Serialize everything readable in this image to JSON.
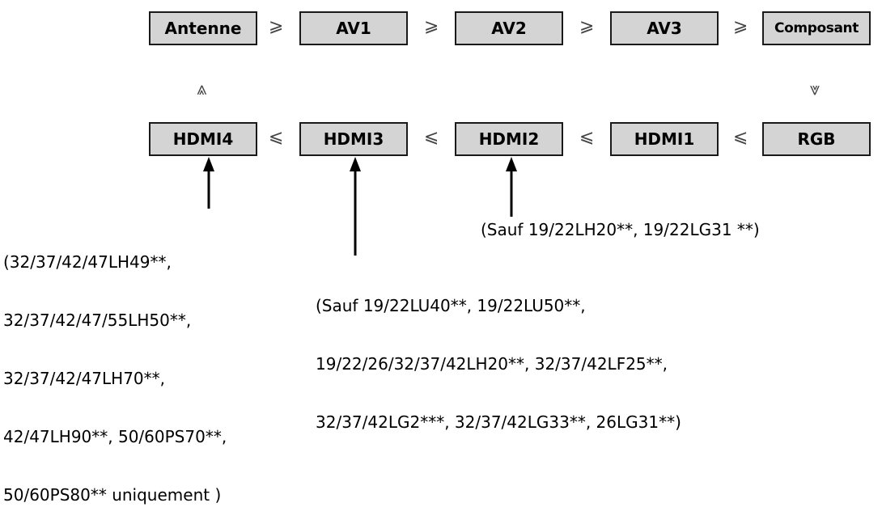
{
  "top_row": [
    "Antenne",
    "AV1",
    "AV2",
    "AV3",
    "Composant"
  ],
  "bottom_row": [
    "HDMI4",
    "HDMI3",
    "HDMI2",
    "HDMI1",
    "RGB"
  ],
  "symbols": {
    "right": "⩾",
    "left": "⩽",
    "up": "⩓",
    "down": "⩔"
  },
  "notes": {
    "hdmi4": [
      "(32/37/42/47LH49**,",
      "32/37/42/47/55LH50**,",
      "32/37/42/47LH70**,",
      "42/47LH90**, 50/60PS70**,",
      "50/60PS80** uniquement )"
    ],
    "hdmi3": [
      "(Sauf 19/22LU40**, 19/22LU50**,",
      "19/22/26/32/37/42LH20**, 32/37/42LF25**,",
      "32/37/42LG2***, 32/37/42LG33**, 26LG31**)"
    ],
    "hdmi2": "(Sauf 19/22LH20**, 19/22LG31 **)"
  },
  "colors": {
    "box_fill": "#d4d4d4",
    "box_border": "#1a1a1a",
    "arrow": "#000000"
  }
}
